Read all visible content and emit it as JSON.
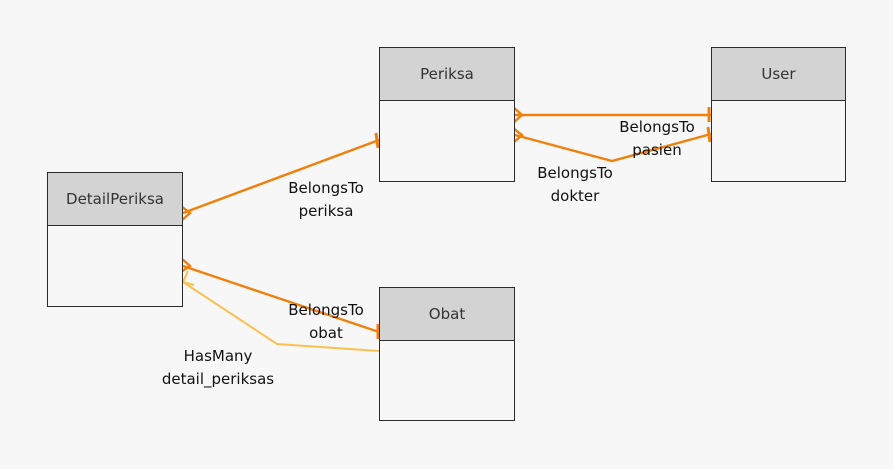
{
  "entities": {
    "periksa": {
      "name": "Periksa"
    },
    "user": {
      "name": "User"
    },
    "detail_periksa": {
      "name": "DetailPeriksa"
    },
    "obat": {
      "name": "Obat"
    }
  },
  "relations": {
    "periksa_user_pasien": {
      "type": "BelongsTo",
      "name": "pasien"
    },
    "periksa_user_dokter": {
      "type": "BelongsTo",
      "name": "dokter"
    },
    "detail_periksa_periksa": {
      "type": "BelongsTo",
      "name": "periksa"
    },
    "detail_periksa_obat": {
      "type": "BelongsTo",
      "name": "obat"
    },
    "obat_detail_periksas": {
      "type": "HasMany",
      "name": "detail_periksas"
    }
  },
  "colors": {
    "belongs_to_edge": "#f0800a",
    "has_many_edge": "#fbc04f",
    "entity_header": "#d3d3d3",
    "entity_border": "#2b2b2b"
  }
}
